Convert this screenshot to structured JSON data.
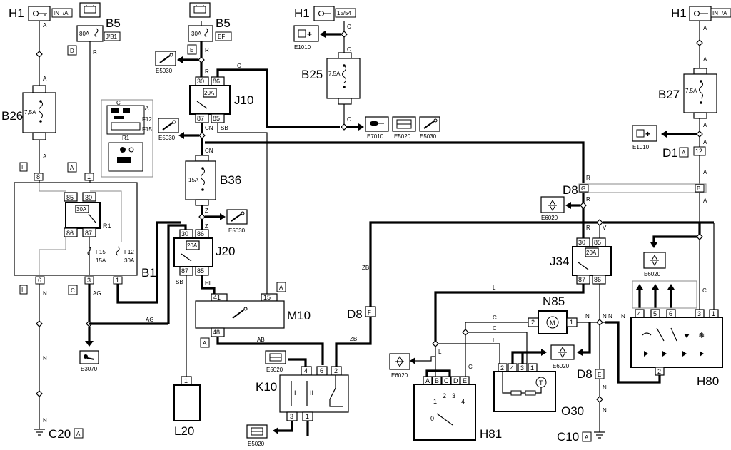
{
  "components": {
    "H1a": "H1",
    "H1b": "H1",
    "H1c": "H1",
    "B5a": "B5",
    "B5b": "B5",
    "B25": "B25",
    "B26": "B26",
    "B27": "B27",
    "B1": "B1",
    "B36": "B36",
    "J10": "J10",
    "J20": "J20",
    "J34": "J34",
    "M10": "M10",
    "K10": "K10",
    "L20": "L20",
    "N85": "N85",
    "O30": "O30",
    "H80": "H80",
    "H81": "H81",
    "C20": "C20",
    "C10": "C10",
    "D1": "D1",
    "D8a": "D8",
    "D8b": "D8",
    "D8c": "D8",
    "R1": "R1",
    "F12": "F12",
    "F15": "F15"
  },
  "connector_codes": {
    "int_a": "INT/A",
    "j_b1": "J/B1",
    "efi": "EFI",
    "c15_54": "15/54",
    "D": "D",
    "E": "E",
    "I": "I",
    "A": "A",
    "C": "C",
    "F": "F"
  },
  "fuse_ratings": {
    "b5a": "80A",
    "b5b": "30A",
    "b25": "7,5A",
    "b26": "7,5A",
    "b27": "7,5A",
    "b36": "15A",
    "r1": "30A",
    "f15": "15A",
    "f12": "30A",
    "j10": "20A",
    "j20": "20A",
    "j34": "20A"
  },
  "wire_colors": {
    "A": "A",
    "R": "R",
    "C": "C",
    "CN": "CN",
    "SB": "SB",
    "Z": "Z",
    "HL": "HL",
    "AG": "AG",
    "N": "N",
    "ZB": "ZB",
    "AB": "AB",
    "L": "L",
    "V": "V",
    "G": "G",
    "B": "B"
  },
  "grounds": {
    "e1010": "E1010",
    "e5030": "E5030",
    "e7010": "E7010",
    "e5020": "E5020",
    "e3070": "E3070",
    "e6020": "E6020"
  },
  "pins": {
    "p1": "1",
    "p2": "2",
    "p3": "3",
    "p4": "4",
    "p5": "5",
    "p6": "6",
    "p8": "8",
    "p12": "12",
    "p15": "15",
    "p30": "30",
    "p41": "41",
    "p48": "48",
    "p85": "85",
    "p86": "86",
    "p87": "87",
    "pA": "A",
    "pB": "B",
    "pC": "C",
    "pD": "D",
    "pE": "E",
    "pI": "I",
    "pII": "II",
    "p0": "0"
  }
}
